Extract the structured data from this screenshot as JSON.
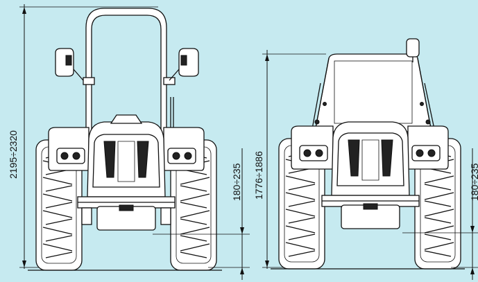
{
  "views": [
    {
      "id": "front-with-rollbar",
      "dimensions": {
        "overall_height": "2195÷2320",
        "ground_clearance": "180÷235"
      }
    },
    {
      "id": "front-with-cab",
      "dimensions": {
        "overall_height": "1776÷1886",
        "ground_clearance": "180÷235"
      }
    }
  ],
  "colors": {
    "background": "#c6eaf0",
    "line": "#111111",
    "body_fill": "#ffffff"
  }
}
